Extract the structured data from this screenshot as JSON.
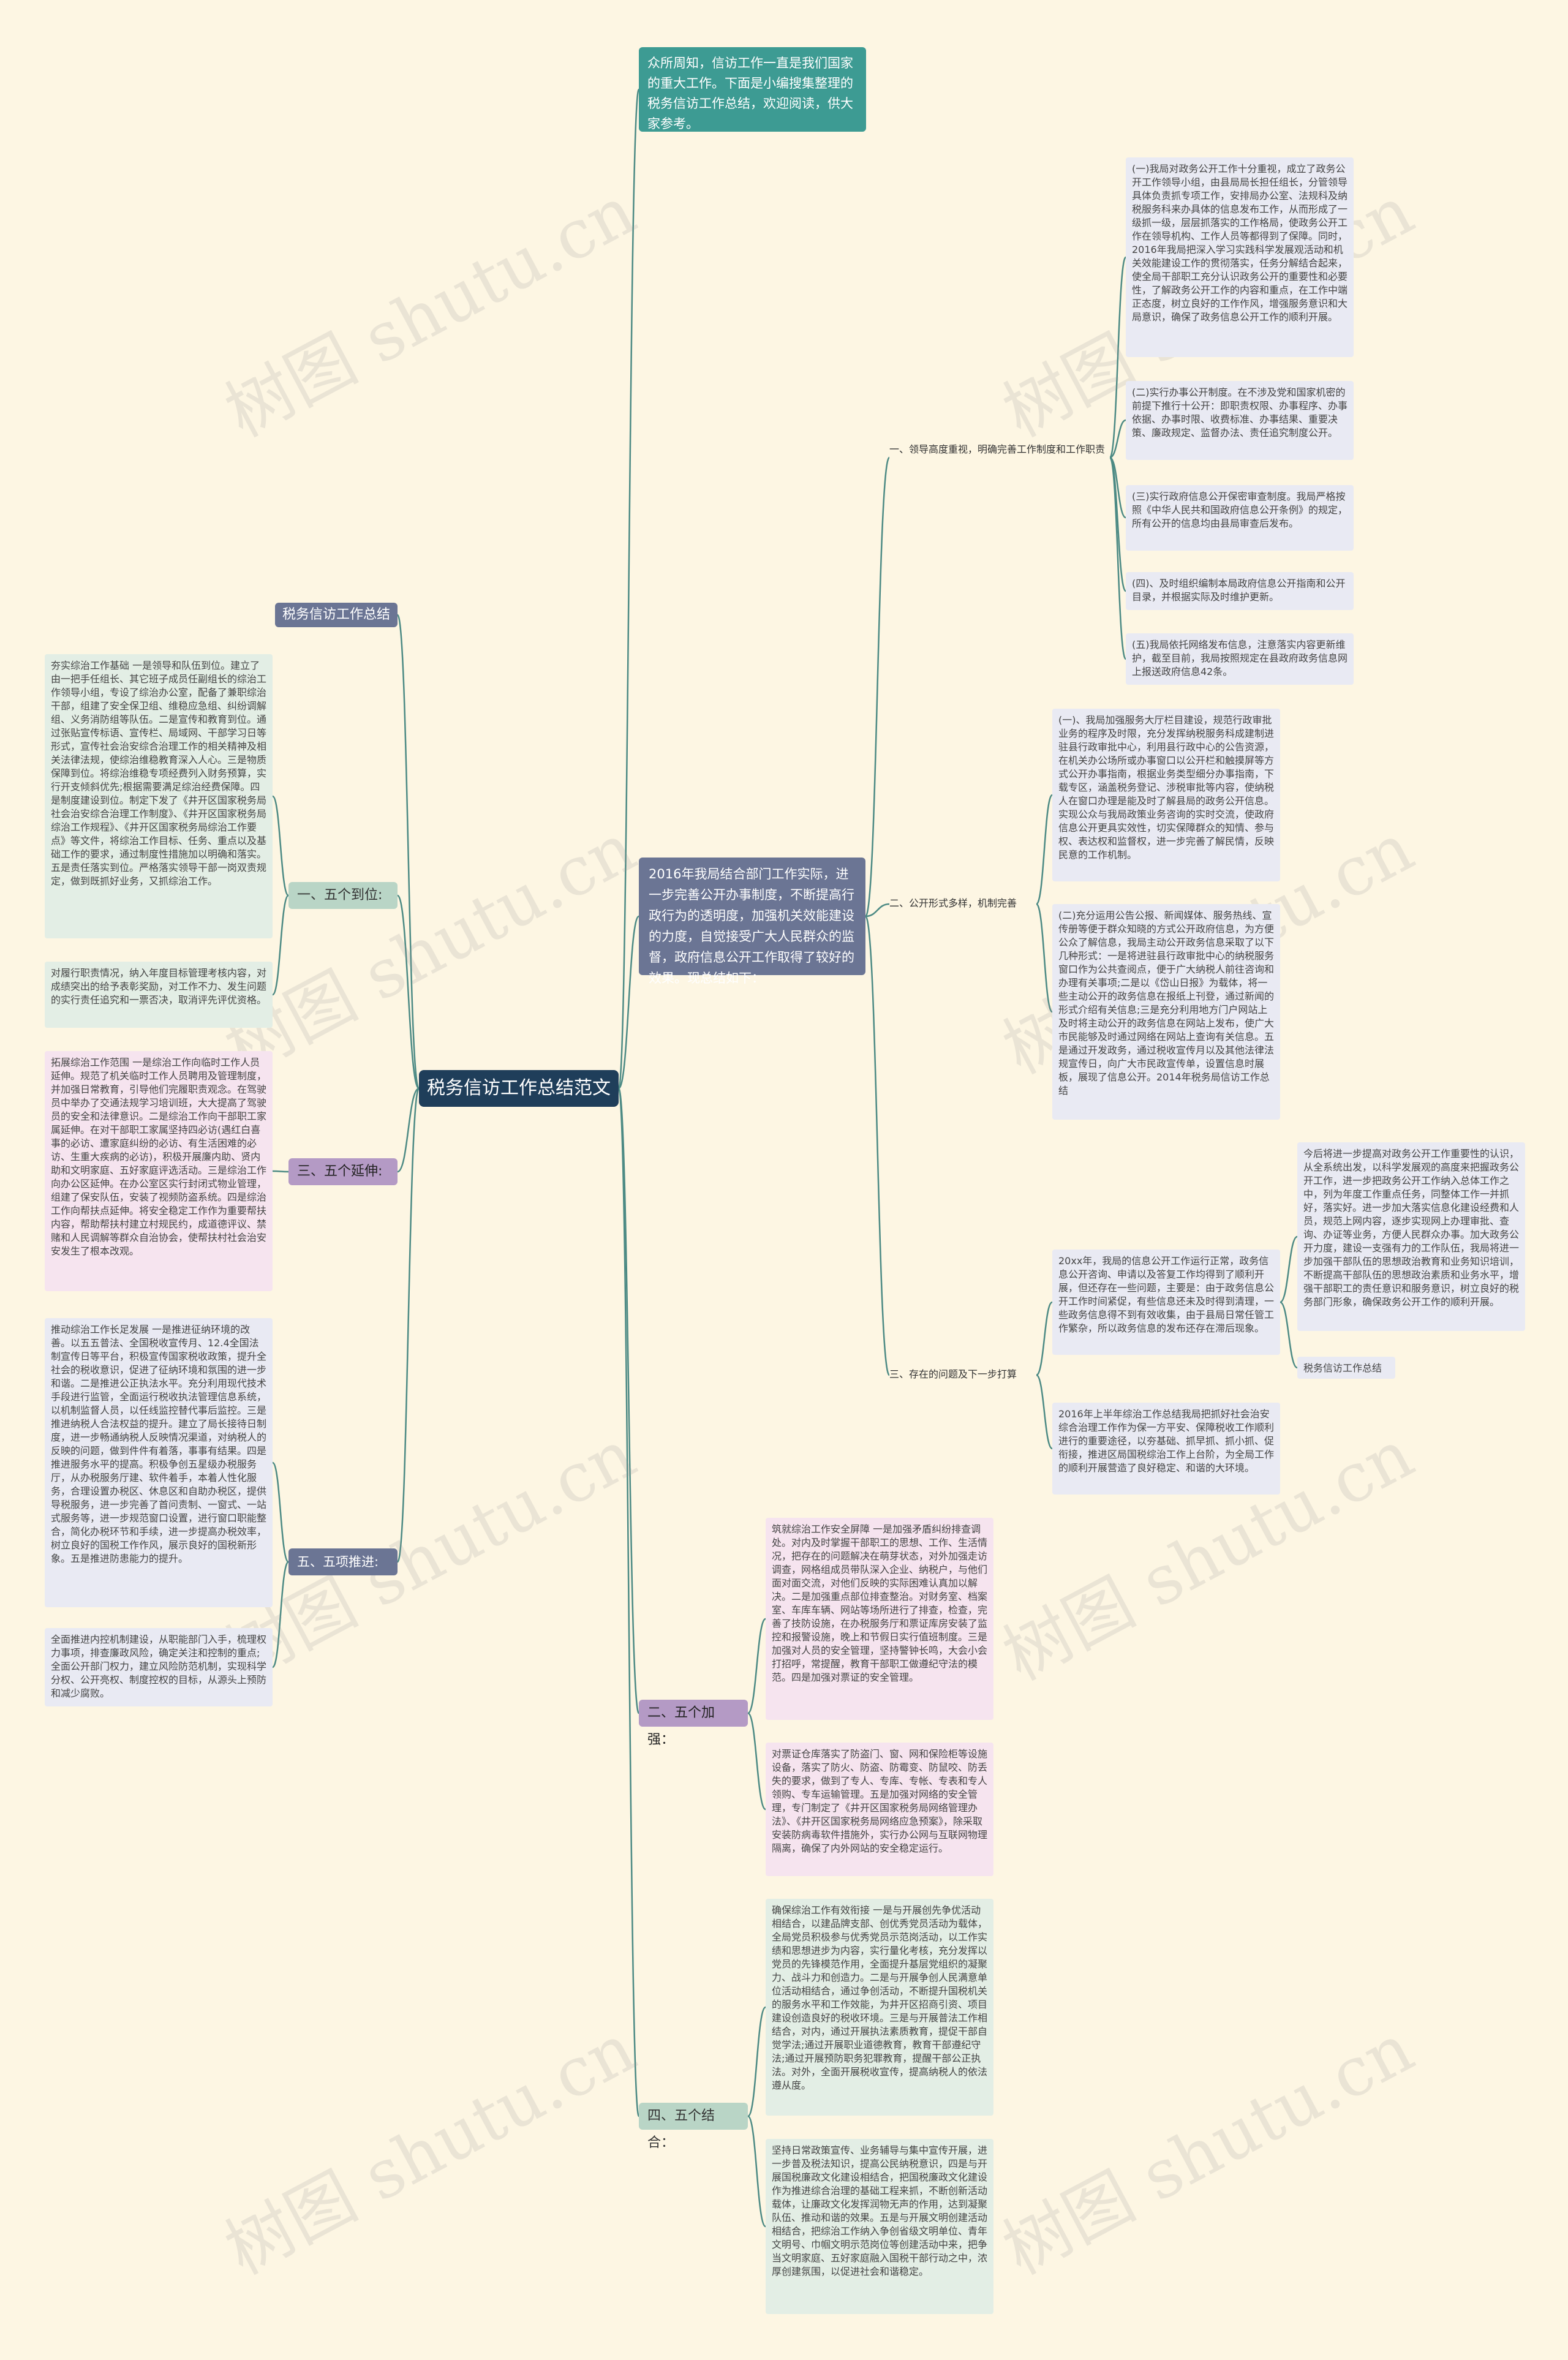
{
  "root": "税务信访工作总结范文",
  "watermark": "树图 shutu.cn",
  "colors": {
    "background": "#fdf6e3",
    "root": "#1f3e5a",
    "teal": "#3d9b93",
    "slate": "#6b7594",
    "line": "#4c8a84"
  },
  "right": {
    "intro": "众所周知，信访工作一直是我们国家的重大工作。下面是小编搜集整理的税务信访工作总结，欢迎阅读，供大家参考。",
    "summary": "2016年我局结合部门工作实际，进一步完善公开办事制度，不断提高行政行为的透明度，加强机关效能建设的力度，自觉接受广大人民群众的监督，政府信息公开工作取得了较好的效果。现总结如下：",
    "s1": {
      "label": "一、领导高度重视，明确完善工作制度和工作职责",
      "leaves": [
        "(一)我局对政务公开工作十分重视，成立了政务公开工作领导小组，由县局局长担任组长，分管领导具体负责抓专项工作，安排局办公室、法规科及纳税服务科来办具体的信息发布工作，从而形成了一级抓一级，层层抓落实的工作格局，使政务公开工作在领导机构、工作人员等都得到了保障。同时，2016年我局把深入学习实践科学发展观活动和机关效能建设工作的贯彻落实，任务分解结合起来，使全局干部职工充分认识政务公开的重要性和必要性，了解政务公开工作的内容和重点，在工作中端正态度，树立良好的工作作风，增强服务意识和大局意识，确保了政务信息公开工作的顺利开展。",
        "(二)实行办事公开制度。在不涉及党和国家机密的前提下推行十公开：即职责权限、办事程序、办事依据、办事时限、收费标准、办事结果、重要决策、廉政规定、监督办法、责任追究制度公开。",
        "(三)实行政府信息公开保密审查制度。我局严格按照《中华人民共和国政府信息公开条例》的规定，所有公开的信息均由县局审查后发布。",
        "(四)、及时组织编制本局政府信息公开指南和公开目录，并根据实际及时维护更新。",
        "(五)我局依托网络发布信息，注意落实内容更新维护，截至目前，我局按照规定在县政府政务信息网上报送政府信息42条。"
      ]
    },
    "s2": {
      "label": "二、公开形式多样，机制完善",
      "leaves": [
        "(一)、我局加强服务大厅栏目建设，规范行政审批业务的程序及时限，充分发挥纳税服务科成建制进驻县行政审批中心，利用县行政中心的公告资源，在机关办公场所或办事窗口以公开栏和触摸屏等方式公开办事指南，根据业务类型细分办事指南，下载专区，涵盖税务登记、涉税审批等内容，使纳税人在窗口办理是能及时了解县局的政务公开信息。实现公众与我局政策业务咨询的实时交流，使政府信息公开更具实效性，切实保障群众的知情、参与权、表达权和监督权，进一步完善了解民情，反映民意的工作机制。",
        "(二)充分运用公告公报、新闻媒体、服务热线、宣传册等便于群众知晓的方式公开政府信息，为方便公众了解信息，我局主动公开政务信息采取了以下几种形式：一是将进驻县行政审批中心的纳税服务窗口作为公共查阅点，便于广大纳税人前往咨询和办理有关事项;二是以《岱山日报》为载体，将一些主动公开的政务信息在报纸上刊登，通过新闻的形式介绍有关信息;三是充分利用地方门户网站上及时将主动公开的政务信息在网站上发布，使广大市民能够及时通过网络在网站上查询有关信息。五是通过开发政务，通过税收宣传月以及其他法律法规宣传日，向广大市民政宣传单，设置信息时展板，展现了信息公开。2014年税务局信访工作总结"
      ]
    },
    "s3": {
      "label": "三、存在的问题及下一步打算",
      "leaf_a": "20xx年，我局的信息公开工作运行正常，政务信息公开咨询、申请以及答复工作均得到了顺利开展，但还存在一些问题，主要是：由于政务信息公开工作时间紧促，有些信息还未及时得到清理，一些政务信息得不到有效收集，由于县局日常任管工作繁杂，所以政务信息的发布还存在滞后现象。",
      "leaf_a_child": "今后将进一步提高对政务公开工作重要性的认识，从全系统出发，以科学发展观的高度来把握政务公开工作，进一步把政务公开工作纳入总体工作之中，列为年度工作重点任务，同整体工作一并抓好，落实好。进一步加大落实信息化建设经费和人员，规范上网内容，逐步实现网上办理审批、查询、办证等业务，方便人民群众办事。加大政务公开力度，建设一支强有力的工作队伍，我局将进一步加强干部队伍的思想政治教育和业务知识培训，不断提高干部队伍的思想政治素质和业务水平，增强干部职工的责任意识和服务意识，树立良好的税务部门形象，确保政务公开工作的顺利开展。",
      "leaf_a_child2": "税务信访工作总结",
      "leaf_b": "2016年上半年综治工作总结我局把抓好社会治安综合治理工作作为保一方平安、保障税收工作顺利进行的重要途径，以夯基础、抓早抓、抓小抓、促衔接，推进区局国税综治工作上台阶，为全局工作的顺利开展营造了良好稳定、和谐的大环境。"
    },
    "b2": {
      "label": "二、五个加强：",
      "leaves": [
        "筑就综治工作安全屏障 一是加强矛盾纠纷排查调处。对内及时掌握干部职工的思想、工作、生活情况，把存在的问题解决在萌芽状态，对外加强走访调查，网格组成员带队深入企业、纳税户，与他们面对面交流，对他们反映的实际困难认真加以解决。二是加强重点部位排查整治。对财务室、档案室、车库车辆、网站等场所进行了排查，检查，完善了技防设施，在办税服务厅和票证库房安装了监控和报警设施，晚上和节假日实行值班制度。三是加强对人员的安全管理，坚持警钟长鸣，大会小会打招呼，常提醒，教育干部职工做遵纪守法的模范。四是加强对票证的安全管理。",
        "对票证仓库落实了防盗门、窗、网和保险柜等设施设备，落实了防火、防盗、防霉变、防鼠咬、防丢失的要求，做到了专人、专库、专帐、专表和专人领购、专车运输管理。五是加强对网络的安全管理，专门制定了《井开区国家税务局网络管理办法》、《井开区国家税务局网络应急预案》，除采取安装防病毒软件措施外，实行办公网与互联网物理隔离，确保了内外网站的安全稳定运行。"
      ]
    },
    "b4": {
      "label": "四、五个结合：",
      "leaves": [
        "确保综治工作有效衔接 一是与开展创先争优活动相结合，以建品牌支部、创优秀党员活动为载体，全局党员积极参与优秀党员示范岗活动，以工作实绩和思想进步为内容，实行量化考核，充分发挥以党员的先锋模范作用，全面提升基层党组织的凝聚力、战斗力和创造力。二是与开展争创人民满意单位活动相结合，通过争创活动，不断提升国税机关的服务水平和工作效能，为井开区招商引资、项目建设创造良好的税收环境。三是与开展普法工作相结合，对内，通过开展执法素质教育，提促干部自觉学法;通过开展职业道德教育，教育干部遵纪守法;通过开展预防职务犯罪教育，提醒干部公正执法。对外，全面开展税收宣传，提高纳税人的依法遵从度。",
        "坚持日常政策宣传、业务辅导与集中宣传开展，进一步普及税法知识，提高公民纳税意识，四是与开展国税廉政文化建设相结合，把国税廉政文化建设作为推进综合治理的基础工程来抓，不断创新活动载体，让廉政文化发挥润物无声的作用，达到凝聚队伍、推动和谐的效果。五是与开展文明创建活动相结合，把综治工作纳入争创省级文明单位、青年文明号、巾帼文明示范岗位等创建活动中来，把争当文明家庭、五好家庭融入国税干部行动之中，浓厚创建氛围，以促进社会和谐稳定。"
      ]
    }
  },
  "left": {
    "top": "税务信访工作总结",
    "b1": {
      "label": "一、五个到位:",
      "leaves": [
        "夯实综治工作基础 一是领导和队伍到位。建立了由一把手任组长、其它班子成员任副组长的综治工作领导小组，专设了综治办公室，配备了兼职综治干部，组建了安全保卫组、维稳应急组、纠纷调解组、义务消防组等队伍。二是宣传和教育到位。通过张贴宣传标语、宣传栏、局域网、干部学习日等形式，宣传社会治安综合治理工作的相关精神及相关法律法规，使综治维稳教育深入人心。三是物质保障到位。将综治维稳专项经费列入财务预算，实行开支倾斜优先;根据需要满足综治经费保障。四是制度建设到位。制定下发了《井开区国家税务局社会治安综合治理工作制度》、《井开区国家税务局综治工作规程》、《井开区国家税务局综治工作要点》等文件，将综治工作目标、任务、重点以及基础工作的要求，通过制度性措施加以明确和落实。五是责任落实到位。严格落实领导干部一岗双责规定，做到既抓好业务，又抓综治工作。",
        "对履行职责情况，纳入年度目标管理考核内容，对成绩突出的给予表彰奖励，对工作不力、发生问题的实行责任追究和一票否决，取消评先评优资格。"
      ]
    },
    "b3": {
      "label": "三、五个延伸:",
      "leaf": "拓展综治工作范围 一是综治工作向临时工作人员延伸。规范了机关临时工作人员聘用及管理制度，并加强日常教育，引导他们完履职责观念。在驾驶员中举办了交通法规学习培训班，大大提高了驾驶员的安全和法律意识。二是综治工作向干部职工家属延伸。在对干部职工家属坚持四必访(遇红白喜事的必访、遭家庭纠纷的必访、有生活困难的必访、生重大疾病的必访)，积极开展廉内助、贤内助和文明家庭、五好家庭评选活动。三是综治工作向办公区延伸。在办公室区实行封闭式物业管理，组建了保安队伍，安装了视频防盗系统。四是综治工作向帮扶点延伸。将安全稳定工作作为重要帮扶内容，帮助帮扶村建立村规民约，成道德评议、禁赌和人民调解等群众自治协会，使帮扶村社会治安安发生了根本改观。"
    },
    "b5": {
      "label": "五、五项推进:",
      "leaves": [
        "推动综治工作长足发展 一是推进征纳环境的改善。以五五普法、全国税收宣传月、12.4全国法制宣传日等平台，积极宣传国家税收政策，提升全社会的税收意识，促进了征纳环境和氛围的进一步和谐。二是推进公正执法水平。充分利用现代技术手段进行监管，全面运行税收执法管理信息系统，以机制监督人员，以任线监控替代事后监控。三是推进纳税人合法权益的提升。建立了局长接待日制度，进一步畅通纳税人反映情况渠道，对纳税人的反映的问题，做到件件有着落，事事有结果。四是推进服务水平的提高。积极争创五星级办税服务厅，从办税服务厅建、软件着手，本着人性化服务，合理设置办税区、休息区和自助办税区，提供导税服务，进一步完善了首问责制、一窗式、一站式服务等，进一步规范窗口设置，进行窗口职能整合，简化办税环节和手续，进一步提高办税效率，树立良好的国税工作作风，展示良好的国税新形象。五是推进防患能力的提升。",
        "全面推进内控机制建设，从职能部门入手，梳理权力事项，排查廉政风险，确定关注和控制的重点;全面公开部门权力，建立风险防范机制，实现科学分权、公开亮权、制度控权的目标，从源头上预防和减少腐败。"
      ]
    }
  }
}
